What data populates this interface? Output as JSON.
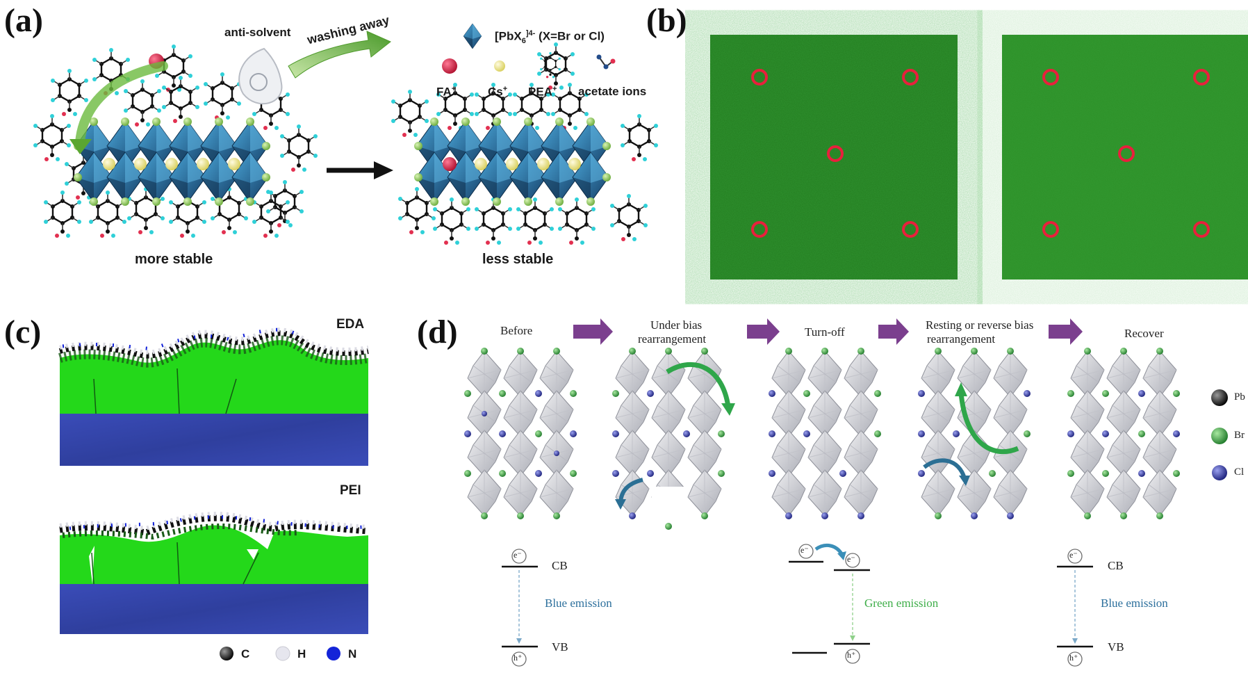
{
  "panels": {
    "a": {
      "label": "(a)",
      "legend_title": "[PbX",
      "legend_title_sub": "6",
      "legend_title_sup": "]4-",
      "legend_title_rest": " (X=Br or Cl)",
      "ion_fa": "FA",
      "ion_cs": "Cs",
      "ion_pea": "PEA",
      "ion_plus": "+",
      "ion_acetate": "acetate ions",
      "anti_solvent": "anti-solvent",
      "washing_away": "washing away",
      "left_caption": "more stable",
      "right_caption": "less stable",
      "colors": {
        "fa": "#d6204a",
        "cs": "#f1ea8c",
        "octahedron": "#1f6fa3",
        "arrow_green": "#5aac3a"
      }
    },
    "b": {
      "label": "(b)",
      "colors": {
        "film": "#2a8a22",
        "marker": "#e0203a"
      }
    },
    "c": {
      "label": "(c)",
      "top_title": "EDA",
      "bottom_title": "PEI",
      "legend": [
        "C",
        "H",
        "N"
      ],
      "colors": {
        "green": "#22d61a",
        "substrate": "#3142a8",
        "c_atom": "#111111",
        "h_atom": "#e8e8ee",
        "n_atom": "#1020d8"
      }
    },
    "d": {
      "label": "(d)",
      "steps": [
        "Before",
        "Under bias rearrangement",
        "Turn-off",
        "Resting or reverse bias rearrangement",
        "Recover"
      ],
      "step_lines": {
        "before": [
          "Before"
        ],
        "bias": [
          "Under bias",
          "rearrangement"
        ],
        "turnoff": [
          "Turn-off"
        ],
        "resting": [
          "Resting or reverse bias",
          "rearrangement"
        ],
        "recover": [
          "Recover"
        ]
      },
      "legend": [
        "Pb",
        "Br",
        "Cl"
      ],
      "cb": "CB",
      "vb": "VB",
      "electron": "e⁻",
      "hole": "h⁺",
      "blue_emission": "Blue emission",
      "green_emission": "Green emission",
      "colors": {
        "step_arrow": "#7b3f8e",
        "blue_text": "#2c6f9c",
        "green_text": "#3fae4a",
        "br": "#2f8f3a",
        "cl": "#2b2f9c"
      }
    }
  }
}
